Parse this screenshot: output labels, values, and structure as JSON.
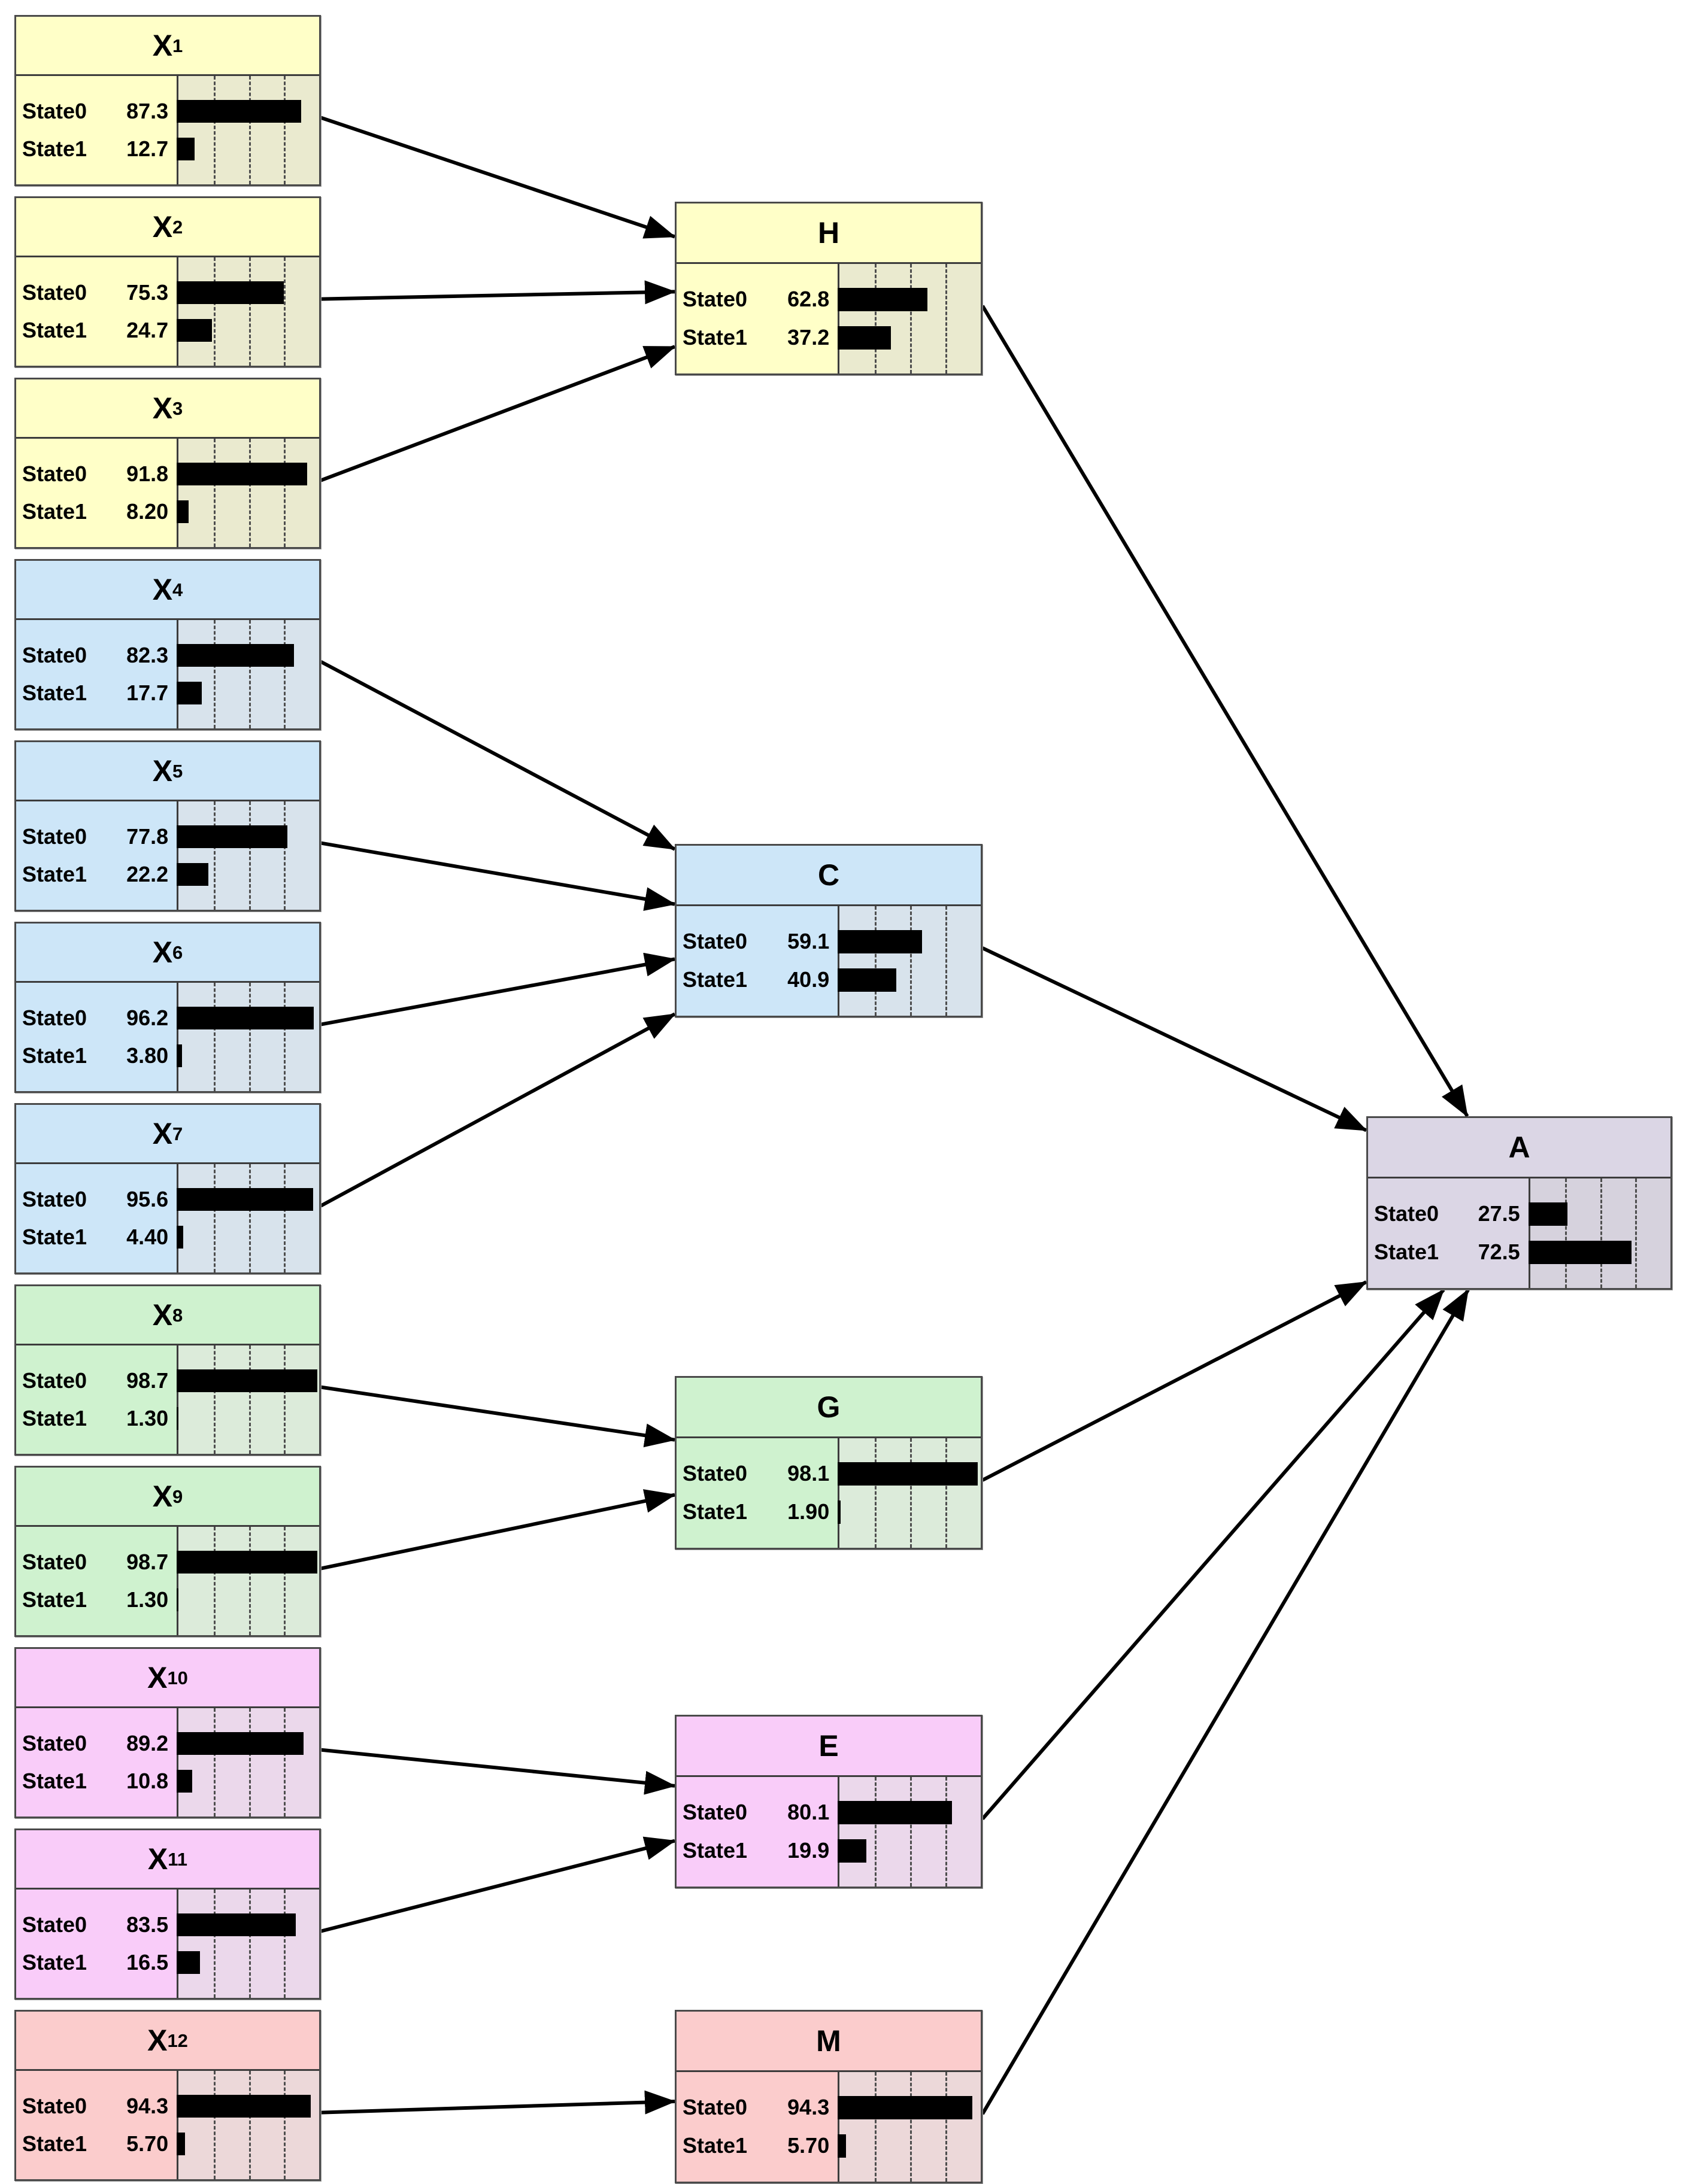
{
  "diagram": {
    "type": "bayesian-network",
    "bar_color": "#000000",
    "edge_color": "#000000",
    "groups": {
      "yellow": {
        "fill": "#FFFFC8",
        "bar_bg": "#EAEACF"
      },
      "blue": {
        "fill": "#CDE6F8",
        "bar_bg": "#D8E3EC"
      },
      "green": {
        "fill": "#CFF2CF",
        "bar_bg": "#DCEBDA"
      },
      "magenta": {
        "fill": "#F9CCF9",
        "bar_bg": "#EBD8EB"
      },
      "salmon": {
        "fill": "#FBCCCC",
        "bar_bg": "#ECD8D9"
      },
      "lavender": {
        "fill": "#DBD6E5",
        "bar_bg": "#D6D2DD"
      }
    },
    "nodes": [
      {
        "id": "X1",
        "title": "X",
        "subscript": "1",
        "group": "yellow",
        "states": [
          {
            "label": "State0",
            "value": "87.3",
            "percent": 87.3
          },
          {
            "label": "State1",
            "value": "12.7",
            "percent": 12.7
          }
        ]
      },
      {
        "id": "X2",
        "title": "X",
        "subscript": "2",
        "group": "yellow",
        "states": [
          {
            "label": "State0",
            "value": "75.3",
            "percent": 75.3
          },
          {
            "label": "State1",
            "value": "24.7",
            "percent": 24.7
          }
        ]
      },
      {
        "id": "X3",
        "title": "X",
        "subscript": "3",
        "group": "yellow",
        "states": [
          {
            "label": "State0",
            "value": "91.8",
            "percent": 91.8
          },
          {
            "label": "State1",
            "value": "8.20",
            "percent": 8.2
          }
        ]
      },
      {
        "id": "X4",
        "title": "X",
        "subscript": "4",
        "group": "blue",
        "states": [
          {
            "label": "State0",
            "value": "82.3",
            "percent": 82.3
          },
          {
            "label": "State1",
            "value": "17.7",
            "percent": 17.7
          }
        ]
      },
      {
        "id": "X5",
        "title": "X",
        "subscript": "5",
        "group": "blue",
        "states": [
          {
            "label": "State0",
            "value": "77.8",
            "percent": 77.8
          },
          {
            "label": "State1",
            "value": "22.2",
            "percent": 22.2
          }
        ]
      },
      {
        "id": "X6",
        "title": "X",
        "subscript": "6",
        "group": "blue",
        "states": [
          {
            "label": "State0",
            "value": "96.2",
            "percent": 96.2
          },
          {
            "label": "State1",
            "value": "3.80",
            "percent": 3.8
          }
        ]
      },
      {
        "id": "X7",
        "title": "X",
        "subscript": "7",
        "group": "blue",
        "states": [
          {
            "label": "State0",
            "value": "95.6",
            "percent": 95.6
          },
          {
            "label": "State1",
            "value": "4.40",
            "percent": 4.4
          }
        ]
      },
      {
        "id": "X8",
        "title": "X",
        "subscript": "8",
        "group": "green",
        "states": [
          {
            "label": "State0",
            "value": "98.7",
            "percent": 98.7
          },
          {
            "label": "State1",
            "value": "1.30",
            "percent": 1.3
          }
        ]
      },
      {
        "id": "X9",
        "title": "X",
        "subscript": "9",
        "group": "green",
        "states": [
          {
            "label": "State0",
            "value": "98.7",
            "percent": 98.7
          },
          {
            "label": "State1",
            "value": "1.30",
            "percent": 1.3
          }
        ]
      },
      {
        "id": "X10",
        "title": "X",
        "subscript": "10",
        "group": "magenta",
        "states": [
          {
            "label": "State0",
            "value": "89.2",
            "percent": 89.2
          },
          {
            "label": "State1",
            "value": "10.8",
            "percent": 10.8
          }
        ]
      },
      {
        "id": "X11",
        "title": "X",
        "subscript": "11",
        "group": "magenta",
        "states": [
          {
            "label": "State0",
            "value": "83.5",
            "percent": 83.5
          },
          {
            "label": "State1",
            "value": "16.5",
            "percent": 16.5
          }
        ]
      },
      {
        "id": "X12",
        "title": "X",
        "subscript": "12",
        "group": "salmon",
        "states": [
          {
            "label": "State0",
            "value": "94.3",
            "percent": 94.3
          },
          {
            "label": "State1",
            "value": "5.70",
            "percent": 5.7
          }
        ]
      },
      {
        "id": "H",
        "title": "H",
        "subscript": "",
        "group": "yellow",
        "states": [
          {
            "label": "State0",
            "value": "62.8",
            "percent": 62.8
          },
          {
            "label": "State1",
            "value": "37.2",
            "percent": 37.2
          }
        ]
      },
      {
        "id": "C",
        "title": "C",
        "subscript": "",
        "group": "blue",
        "states": [
          {
            "label": "State0",
            "value": "59.1",
            "percent": 59.1
          },
          {
            "label": "State1",
            "value": "40.9",
            "percent": 40.9
          }
        ]
      },
      {
        "id": "G",
        "title": "G",
        "subscript": "",
        "group": "green",
        "states": [
          {
            "label": "State0",
            "value": "98.1",
            "percent": 98.1
          },
          {
            "label": "State1",
            "value": "1.90",
            "percent": 1.9
          }
        ]
      },
      {
        "id": "E",
        "title": "E",
        "subscript": "",
        "group": "magenta",
        "states": [
          {
            "label": "State0",
            "value": "80.1",
            "percent": 80.1
          },
          {
            "label": "State1",
            "value": "19.9",
            "percent": 19.9
          }
        ]
      },
      {
        "id": "M",
        "title": "M",
        "subscript": "",
        "group": "salmon",
        "states": [
          {
            "label": "State0",
            "value": "94.3",
            "percent": 94.3
          },
          {
            "label": "State1",
            "value": "5.70",
            "percent": 5.7
          }
        ]
      },
      {
        "id": "A",
        "title": "A",
        "subscript": "",
        "group": "lavender",
        "states": [
          {
            "label": "State0",
            "value": "27.5",
            "percent": 27.5
          },
          {
            "label": "State1",
            "value": "72.5",
            "percent": 72.5
          }
        ]
      }
    ],
    "edges": [
      {
        "from": "X1",
        "to": "H"
      },
      {
        "from": "X2",
        "to": "H"
      },
      {
        "from": "X3",
        "to": "H"
      },
      {
        "from": "X4",
        "to": "C"
      },
      {
        "from": "X5",
        "to": "C"
      },
      {
        "from": "X6",
        "to": "C"
      },
      {
        "from": "X7",
        "to": "C"
      },
      {
        "from": "X8",
        "to": "G"
      },
      {
        "from": "X9",
        "to": "G"
      },
      {
        "from": "X10",
        "to": "E"
      },
      {
        "from": "X11",
        "to": "E"
      },
      {
        "from": "X12",
        "to": "M"
      },
      {
        "from": "H",
        "to": "A"
      },
      {
        "from": "C",
        "to": "A"
      },
      {
        "from": "G",
        "to": "A"
      },
      {
        "from": "E",
        "to": "A"
      },
      {
        "from": "M",
        "to": "A"
      }
    ]
  }
}
